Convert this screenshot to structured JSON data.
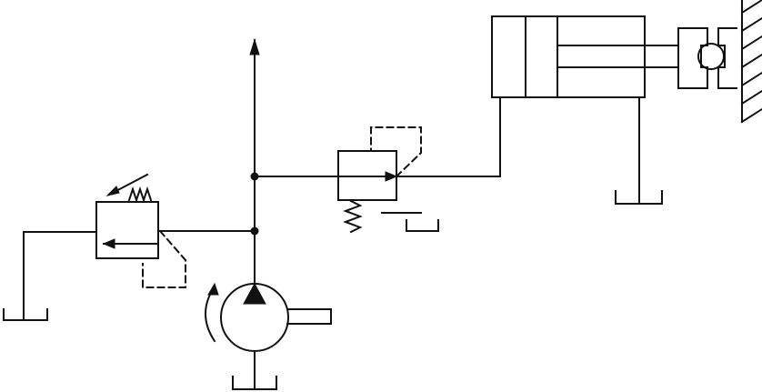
{
  "diagram": {
    "components": [
      {
        "name": "hydraulic-pump-icon",
        "type": "pump"
      },
      {
        "name": "relief-valve-icon",
        "type": "adjustable relief valve"
      },
      {
        "name": "pressure-reducing-valve-icon",
        "type": "pressure reducing valve"
      },
      {
        "name": "hydraulic-cylinder-icon",
        "type": "double-acting cylinder"
      },
      {
        "name": "clamp-workpiece-icon",
        "type": "clamped workpiece"
      },
      {
        "name": "fixed-wall-icon",
        "type": "fixed support"
      },
      {
        "name": "tank-icon",
        "type": "reservoir",
        "count": 4
      }
    ],
    "colors": {
      "line": "#111111",
      "background": "#ffffff"
    }
  }
}
